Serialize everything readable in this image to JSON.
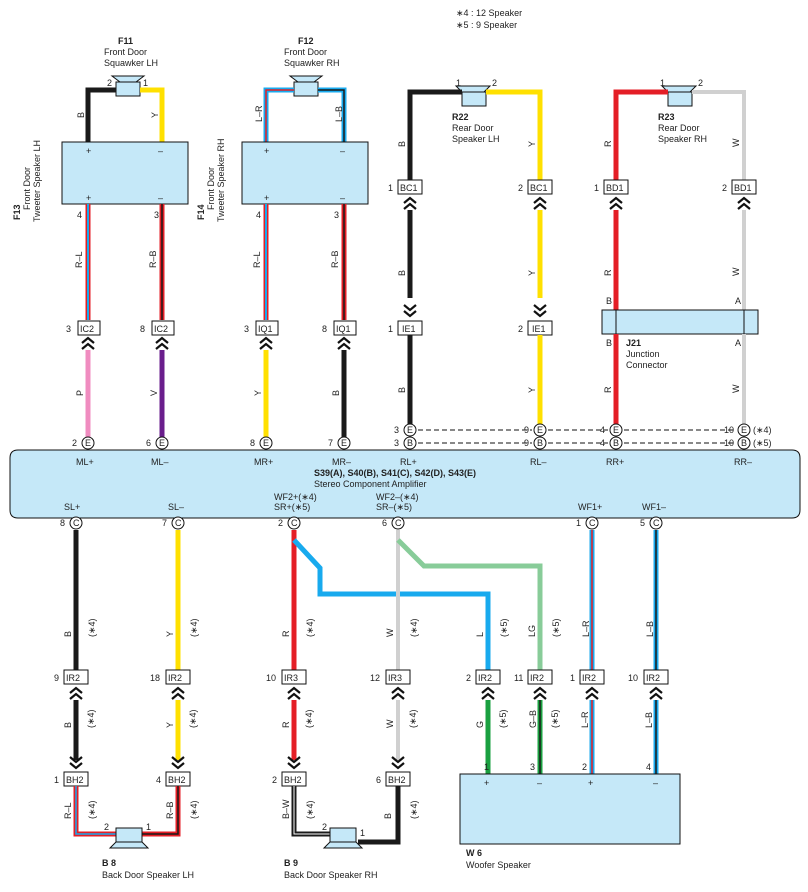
{
  "legend": {
    "line1": "∗4 : 12 Speaker",
    "line2": "∗5 : 9 Speaker"
  },
  "amplifier": {
    "codes": "S39(A), S40(B), S41(C), S42(D), S43(E)",
    "name": "Stereo Component Amplifier"
  },
  "components": {
    "F11": {
      "code": "F11",
      "name1": "Front Door",
      "name2": "Squawker LH"
    },
    "F12": {
      "code": "F12",
      "name1": "Front Door",
      "name2": "Squawker RH"
    },
    "F13": {
      "code": "F13",
      "name1": "Front Door",
      "name2": "Tweeter Speaker LH"
    },
    "F14": {
      "code": "F14",
      "name1": "Front Door",
      "name2": "Tweeter Speaker RH"
    },
    "R22": {
      "code": "R22",
      "name1": "Rear Door",
      "name2": "Speaker LH"
    },
    "R23": {
      "code": "R23",
      "name1": "Rear Door",
      "name2": "Speaker RH"
    },
    "J21": {
      "code": "J21",
      "name1": "Junction",
      "name2": "Connector"
    },
    "B8": {
      "code": "B 8",
      "name": "Back Door Speaker LH"
    },
    "B9": {
      "code": "B 9",
      "name": "Back Door Speaker RH"
    },
    "W6": {
      "code": "W 6",
      "name": "Woofer Speaker"
    }
  },
  "connectors": {
    "IC2": "IC2",
    "IQ1": "IQ1",
    "IE1": "IE1",
    "BC1": "BC1",
    "BD1": "BD1",
    "IR2": "IR2",
    "IR3": "IR3",
    "BH2": "BH2"
  },
  "letters": {
    "E": "E",
    "C": "C",
    "B": "B"
  },
  "pins": {
    "p1": "1",
    "p2": "2",
    "p3": "3",
    "p4": "4",
    "p5": "5",
    "p6": "6",
    "p7": "7",
    "p8": "8",
    "p9": "9",
    "p10": "10",
    "p11": "11",
    "p12": "12",
    "p18": "18"
  },
  "wires": {
    "B": "B",
    "Y": "Y",
    "R": "R",
    "W": "W",
    "RL": "R–L",
    "RB": "R–B",
    "LR": "L–R",
    "LB": "L–B",
    "P": "P",
    "V": "V",
    "G": "G",
    "GB": "G–B",
    "L": "L",
    "LG": "LG",
    "BW": "B–W"
  },
  "notes": {
    "n4": "(∗4)",
    "n5": "(∗5)"
  },
  "polarity": {
    "plus": "+",
    "minus": "–"
  },
  "terminals": {
    "ML+": "ML+",
    "ML-": "ML–",
    "MR+": "MR+",
    "MR-": "MR–",
    "RL+": "RL+",
    "RL-": "RL–",
    "RR+": "RR+",
    "RR-": "RR–",
    "SL+": "SL+",
    "SL-": "SL–",
    "WF2+": "WF2+(∗4)",
    "SR+": "SR+(∗5)",
    "WF2-": "WF2–(∗4)",
    "SR-": "SR–(∗5)",
    "WF1+": "WF1+",
    "WF1-": "WF1–"
  },
  "colors": {
    "black": "#1a1a1a",
    "yellow": "#ffe000",
    "red": "#e41e26",
    "white": "#d0d0d0",
    "pink": "#f08cc0",
    "violet": "#6a1e8c",
    "green": "#1aa040",
    "lightblue": "#18aaee",
    "lightgreen": "#88cc99",
    "box": "#c5e8f8"
  }
}
